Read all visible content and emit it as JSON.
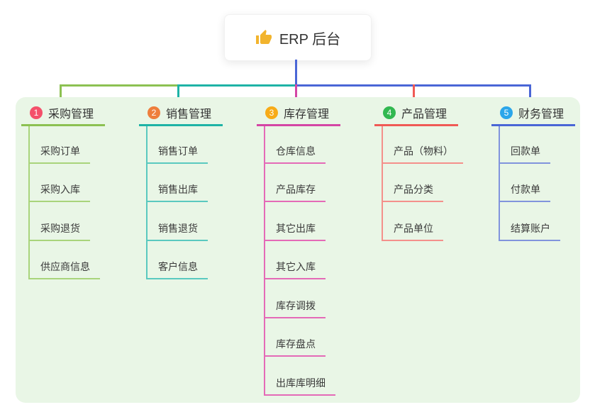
{
  "root": {
    "label": "ERP 后台",
    "icon": "thumbs-up-icon",
    "icon_color": "#f2b42d",
    "connector_color": "#4a66d6"
  },
  "theme": {
    "canvas_bg": "#ffffff",
    "card_bg": "#ffffff",
    "panel_bg": "#e9f6e6",
    "heading_text": "#333333",
    "child_text": "#3a3a3a"
  },
  "branches": [
    {
      "index": "1",
      "label": "采购管理",
      "badge_color": "#f4506a",
      "line_color": "#8cc152",
      "child_line_color": "#a9d47b",
      "children": [
        "采购订单",
        "采购入库",
        "采购退货",
        "供应商信息"
      ]
    },
    {
      "index": "2",
      "label": "销售管理",
      "badge_color": "#ee7e3c",
      "line_color": "#1eb3a6",
      "child_line_color": "#5ac9bf",
      "children": [
        "销售订单",
        "销售出库",
        "销售退货",
        "客户信息"
      ]
    },
    {
      "index": "3",
      "label": "库存管理",
      "badge_color": "#f7ab18",
      "line_color": "#d446a5",
      "child_line_color": "#e46ab7",
      "children": [
        "仓库信息",
        "产品库存",
        "其它出库",
        "其它入库",
        "库存调拨",
        "库存盘点",
        "出库库明细"
      ]
    },
    {
      "index": "4",
      "label": "产品管理",
      "badge_color": "#31b850",
      "line_color": "#f05a55",
      "child_line_color": "#f4908b",
      "children": [
        "产品（物料）",
        "产品分类",
        "产品单位"
      ]
    },
    {
      "index": "5",
      "label": "财务管理",
      "badge_color": "#2ba6ea",
      "line_color": "#4a66d6",
      "child_line_color": "#8194dd",
      "children": [
        "回款单",
        "付款单",
        "结算账户"
      ]
    }
  ]
}
